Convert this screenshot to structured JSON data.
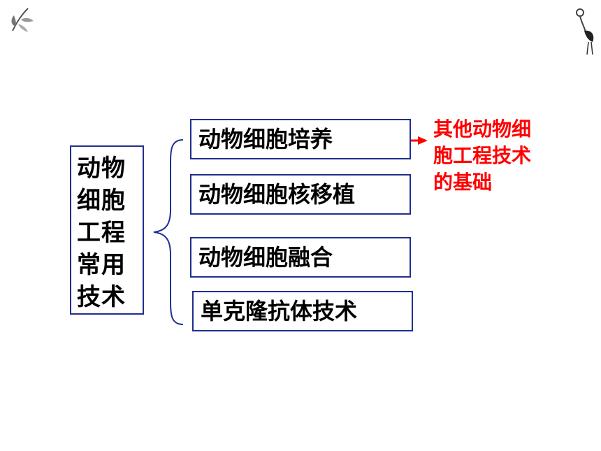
{
  "diagram": {
    "root": {
      "lines": [
        "动物",
        "细胞",
        "工程",
        "常用",
        "技术"
      ]
    },
    "techniques": [
      {
        "label": "动物细胞培养"
      },
      {
        "label": "动物细胞核移植"
      },
      {
        "label": "动物细胞融合"
      },
      {
        "label": "单克隆抗体技术"
      }
    ],
    "annotation": {
      "lines": [
        "其他动物细",
        "胞工程技术",
        "的基础"
      ]
    },
    "colors": {
      "box_border": "#1f2f8f",
      "brace": "#1f2f8f",
      "arrow": "#ff0000",
      "annotation_text": "#ff0000"
    }
  },
  "decorations": {
    "top_left": "ink-leaf-icon",
    "top_right": "ink-crane-icon"
  }
}
